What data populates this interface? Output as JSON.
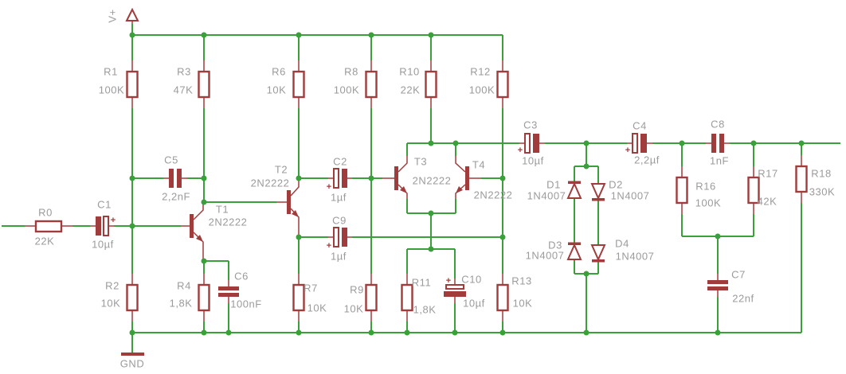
{
  "schematic": {
    "power_positive_label": "V+",
    "ground_label": "GND",
    "polarity_mark": "+",
    "wire_color": "#3aa03a",
    "symbol_color": "#a13c3c",
    "label_color": "#9b9b9b",
    "resistors": [
      {
        "name": "R0",
        "value": "22K"
      },
      {
        "name": "R1",
        "value": "100K"
      },
      {
        "name": "R2",
        "value": "10K"
      },
      {
        "name": "R3",
        "value": "47K"
      },
      {
        "name": "R4",
        "value": "1,8K"
      },
      {
        "name": "R6",
        "value": "10K"
      },
      {
        "name": "R7",
        "value": "10K"
      },
      {
        "name": "R8",
        "value": "100K"
      },
      {
        "name": "R9",
        "value": "10K"
      },
      {
        "name": "R10",
        "value": "22K"
      },
      {
        "name": "R11",
        "value": "1,8K"
      },
      {
        "name": "R12",
        "value": "100K"
      },
      {
        "name": "R13",
        "value": "10K"
      },
      {
        "name": "R16",
        "value": "100K"
      },
      {
        "name": "R17",
        "value": "42K"
      },
      {
        "name": "R18",
        "value": "330K"
      }
    ],
    "capacitors": [
      {
        "name": "C1",
        "value": "10µf"
      },
      {
        "name": "C2",
        "value": "1µf"
      },
      {
        "name": "C3",
        "value": "10µf"
      },
      {
        "name": "C4",
        "value": "2,2µf"
      },
      {
        "name": "C5",
        "value": "2,2nF"
      },
      {
        "name": "C6",
        "value": "100nF"
      },
      {
        "name": "C7",
        "value": "22nf"
      },
      {
        "name": "C8",
        "value": "1nF"
      },
      {
        "name": "C9",
        "value": "1µf"
      },
      {
        "name": "C10",
        "value": "10µf"
      }
    ],
    "transistors": [
      {
        "name": "T1",
        "value": "2N2222"
      },
      {
        "name": "T2",
        "value": "2N2222"
      },
      {
        "name": "T3",
        "value": "2N2222"
      },
      {
        "name": "T4",
        "value": "2N2222"
      }
    ],
    "diodes": [
      {
        "name": "D1",
        "value": "1N4007"
      },
      {
        "name": "D2",
        "value": "1N4007"
      },
      {
        "name": "D3",
        "value": "1N4007"
      },
      {
        "name": "D4",
        "value": "1N4007"
      }
    ]
  }
}
